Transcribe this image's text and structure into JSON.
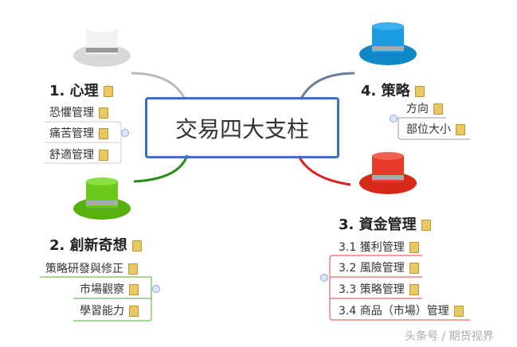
{
  "center": "交易四大支柱",
  "branches": {
    "psych": {
      "title": "1. 心理",
      "items": [
        "恐懼管理",
        "痛苦管理",
        "舒適管理"
      ],
      "color": "#bbbbbb"
    },
    "strategy": {
      "title": "4. 策略",
      "items": [
        "方向",
        "部位大小"
      ],
      "color": "#1a8fd0"
    },
    "innovation": {
      "title": "2. 創新奇想",
      "items": [
        "策略研發與修正",
        "市場觀察",
        "學習能力"
      ],
      "color": "#5bb514"
    },
    "money": {
      "title": "3. 資金管理",
      "items": [
        "3.1 獲利管理",
        "3.2 風險管理",
        "3.3 策略管理",
        "3.4 商品（市場）管理"
      ],
      "color": "#e03020"
    }
  },
  "watermark": "头条号 / 期货视界"
}
